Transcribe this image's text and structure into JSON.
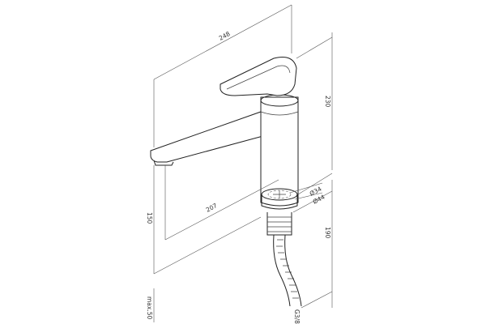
{
  "labels": {
    "width_total": "248",
    "height_total": "230",
    "reach": "207",
    "spout_height": "150",
    "base_height": "190",
    "max_thickness": "max.50",
    "hole_small": "Ø34",
    "hole_large": "Ø44",
    "thread": "G3/8"
  },
  "colors": {
    "line": "#222222",
    "dimension": "#555555"
  }
}
